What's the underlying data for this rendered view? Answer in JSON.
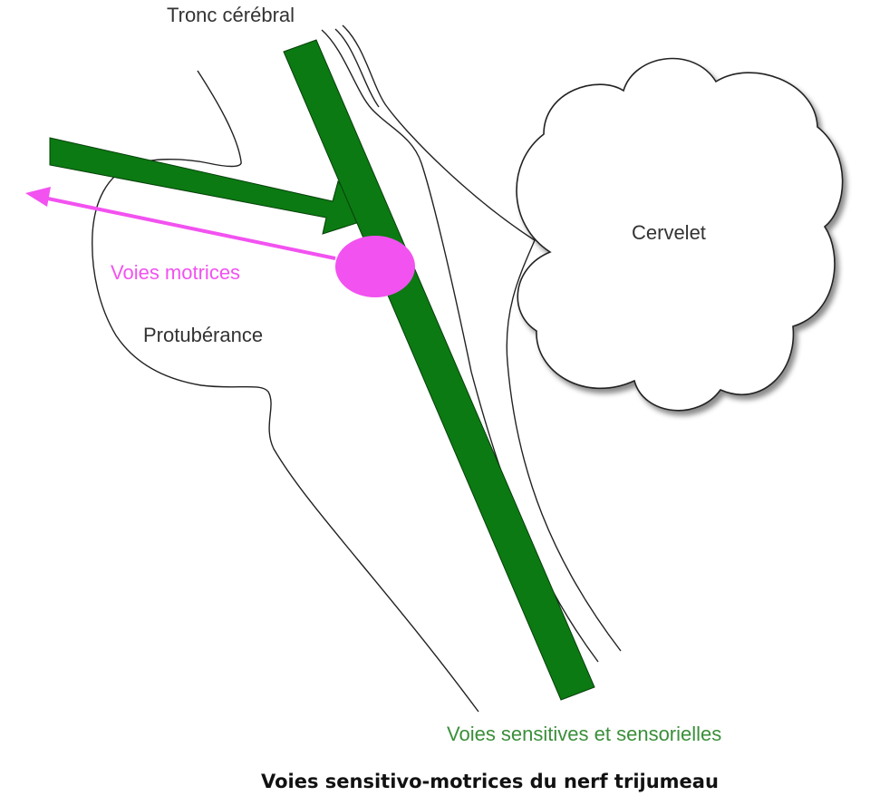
{
  "labels": {
    "brainstem": "Tronc cérébral",
    "cerebellum": "Cervelet",
    "motor_pathways": "Voies motrices",
    "pons": "Protubérance",
    "sensory_pathways": "Voies sensitives et sensorielles"
  },
  "caption": "Voies sensitivo-motrices du nerf trijumeau",
  "colors": {
    "sensory": "#0b7a12",
    "sensory_label": "#3a8f3a",
    "motor": "#f252f0",
    "outline": "#222222",
    "text": "#333333"
  }
}
